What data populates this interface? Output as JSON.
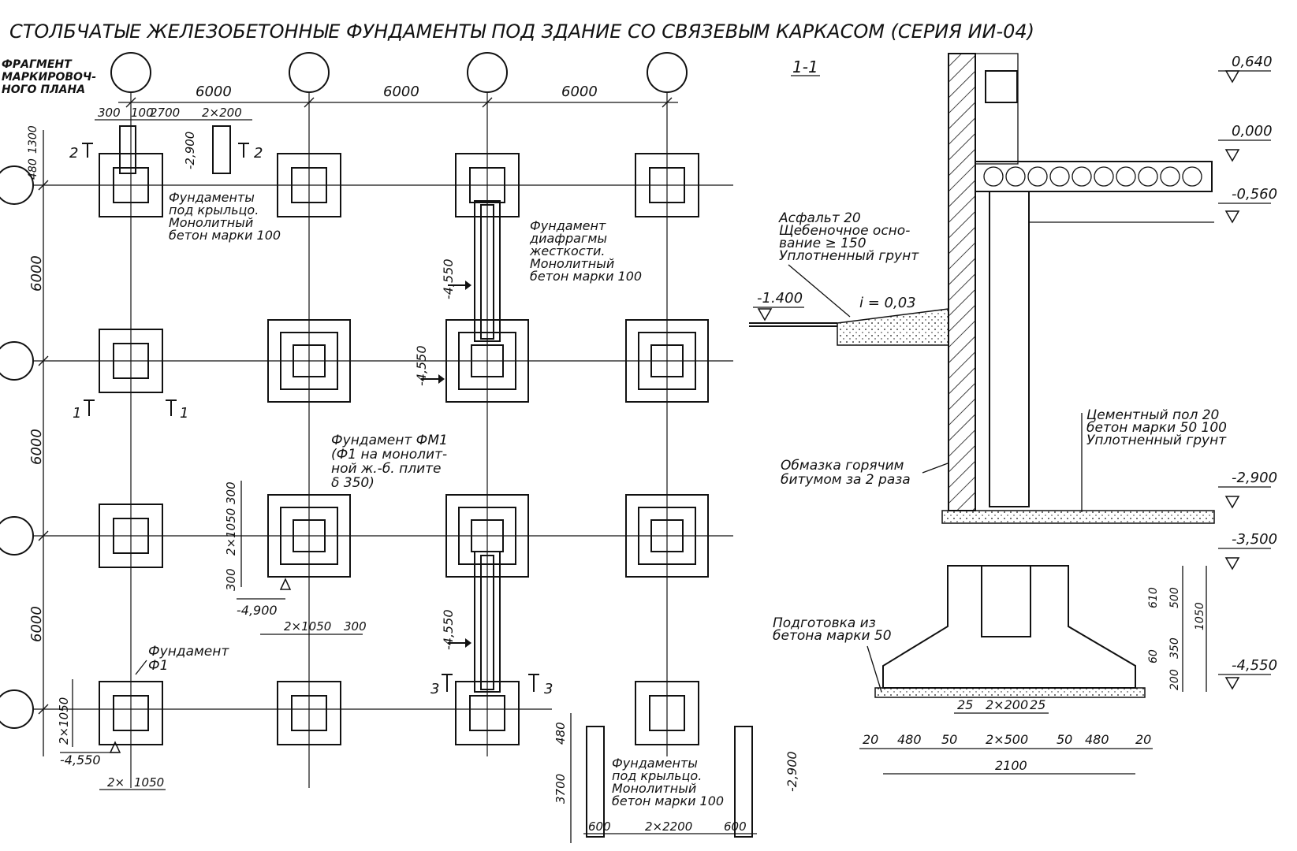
{
  "title": "СТОЛБЧАТЫЕ ЖЕЛЕЗОБЕТОННЫЕ ФУНДАМЕНТЫ ПОД ЗДАНИЕ СО СВЯЗЕВЫМ КАРКАСОМ (СЕРИЯ ИИ-04)",
  "plan": {
    "fragment_label": [
      "ФРАГМЕНТ",
      "МАРКИРОВОЧ-",
      "НОГО ПЛАНА"
    ],
    "spans_top": [
      "6000",
      "6000",
      "6000"
    ],
    "spans_left": [
      "6000",
      "6000",
      "6000"
    ],
    "top_dims": [
      "300",
      "100",
      "2700",
      "2×200"
    ],
    "left_top_dims": [
      "1300",
      "480"
    ],
    "level_steps": "-2,900",
    "level_diaphragm": "-4,550",
    "level_fm1": "-4,900",
    "level_f1": "-4,550",
    "section_marks": [
      "2",
      "2",
      "1",
      "1",
      "3",
      "3"
    ],
    "note_steps_top": [
      "Фундаменты",
      "под крыльцо.",
      "Монолитный",
      "бетон марки 100"
    ],
    "note_diaphragm": [
      "Фундамент",
      "диафрагмы",
      "жесткости.",
      "Монолитный",
      "бетон марки 100"
    ],
    "note_fm1": [
      "Фундамент ФМ1",
      "(Ф1 на монолит-",
      "ной ж.-б. плите",
      "δ 350)"
    ],
    "note_f1": [
      "Фундамент",
      "Ф1"
    ],
    "fm1_dims": [
      "300",
      "2×1050",
      "300"
    ],
    "fm1_bottom_dims": [
      "2×1050",
      "300"
    ],
    "f1_dims": [
      "2×1050",
      "2×",
      "1050"
    ],
    "steps_bottom": {
      "note": [
        "Фундаменты",
        "под крыльцо.",
        "Монолитный",
        "бетон марки 100"
      ],
      "dims": [
        "600",
        "2×2200",
        "600"
      ],
      "vdims": [
        "480",
        "3700"
      ],
      "level": "-2,900"
    }
  },
  "section": {
    "label": "1-1",
    "levels": [
      "0,640",
      "0,000",
      "-0,560",
      "-2,900",
      "-3,500",
      "-4,550"
    ],
    "ground_level": "-1.400",
    "slope": "i = 0,03",
    "note_paving": [
      "Асфальт 20",
      "Щебеночное осно-",
      "вание ≥ 150",
      "Уплотненный грунт"
    ],
    "note_floor": [
      "Цементный пол 20",
      "бетон марки 50 100",
      "Уплотненный грунт"
    ],
    "note_bitumen": [
      "Обмазка горячим",
      "битумом за 2 раза"
    ],
    "note_prep": [
      "Подготовка из",
      "бетона марки 50"
    ],
    "vdims": [
      "610",
      "500",
      "1050",
      "60",
      "350",
      "200"
    ],
    "bottom_dims": [
      "20",
      "480",
      "50",
      "2×500",
      "50",
      "480",
      "20"
    ],
    "inner_dims": [
      "25",
      "2×200",
      "25"
    ],
    "total": "2100"
  },
  "colors": {
    "ink": "#111111",
    "paper": "#ffffff"
  }
}
